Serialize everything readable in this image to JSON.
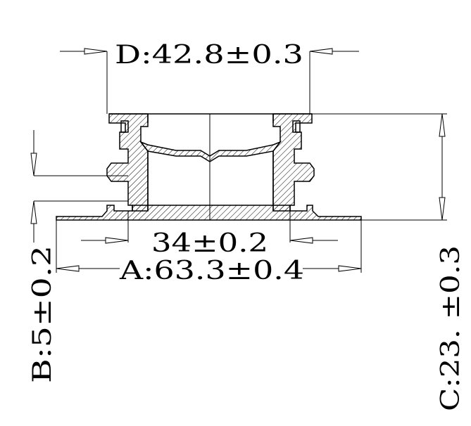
{
  "drawing": {
    "dimensions": {
      "d_label": "D:42.8±0.3",
      "inner_label": "34±0.2",
      "a_label": "A:63.3±0.4",
      "b_label": "B:5±0.2",
      "c_label": "C:23. ±0.3"
    }
  }
}
